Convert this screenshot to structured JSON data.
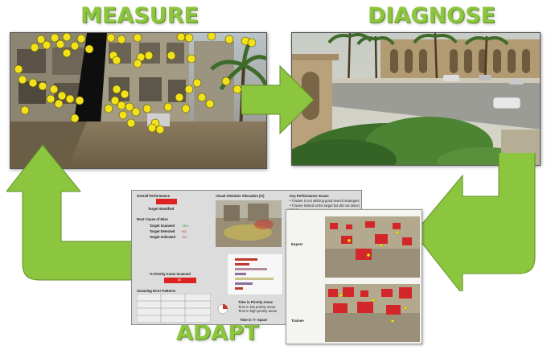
{
  "stages": {
    "measure": "MEASURE",
    "diagnose": "DIAGNOSE",
    "adapt": "ADAPT"
  },
  "colors": {
    "accent_green": "#8cc63f",
    "fixation_yellow": "#f2e21b",
    "alert_red": "#d22222"
  },
  "report": {
    "overall_performance": "Overall Performance",
    "target_identified": "Target Identified",
    "root_cause": "Root Cause of Miss",
    "target_scanned": "Target Scanned",
    "target_detected": "Target Detected",
    "target_indicated": "Target Indicated",
    "scanned_val": "YES",
    "detected_val": "NO",
    "indicated_val": "NO",
    "priority_areas": "% Priority Areas Scanned",
    "priority_val": "60",
    "scanning_error": "Scanning Error Patterns",
    "visual_attention": "Visual Attention Allocation (%)",
    "key_issues": "Key Performance Issues",
    "issue1": "• Trainee is not utilizing good search strategies.",
    "issue2": "• Trainee looked at the target but did not detect target",
    "time_priority": "Time in Priority Areas",
    "time_priority_1": "Time in low priority areas",
    "time_priority_2": "Time in high priority areas",
    "time_space": "Time in +/- Space",
    "expert": "Expert",
    "trainee": "Trainee"
  }
}
